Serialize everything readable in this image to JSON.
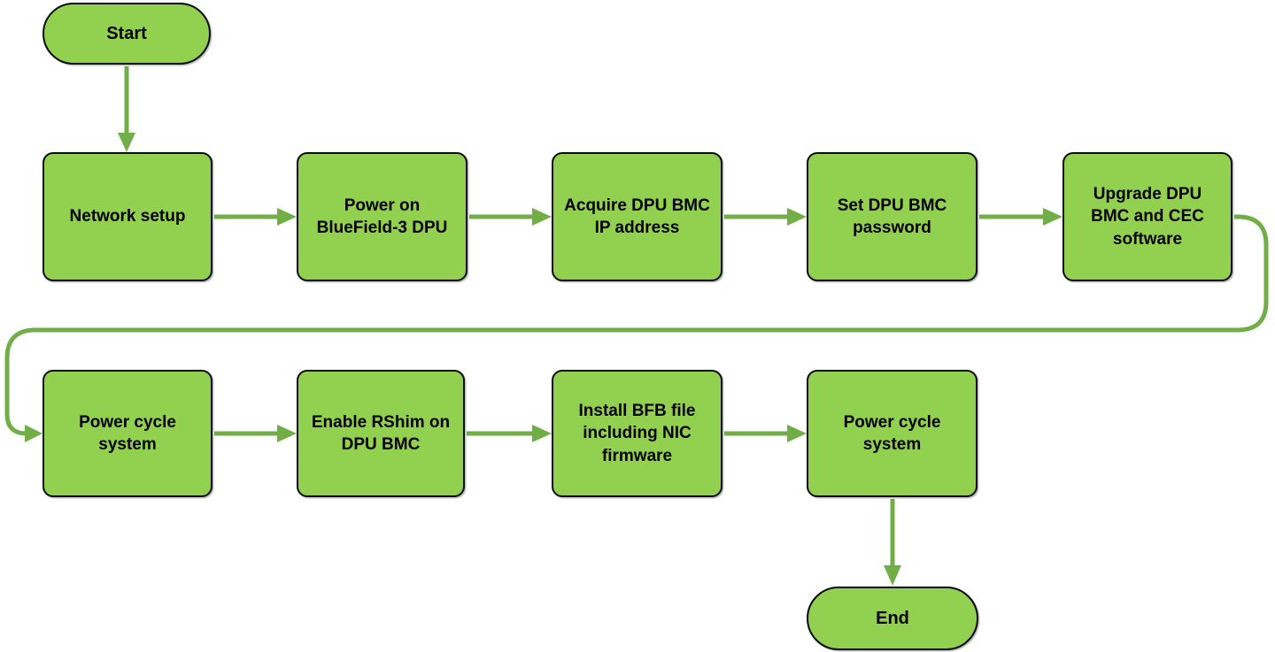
{
  "diagram": {
    "type": "flowchart",
    "colors": {
      "node_fill": "#92D050",
      "node_border": "#0A0A0A",
      "arrow": "#71AE47",
      "text": "#000000",
      "background": "#FFFFFF"
    },
    "nodes": [
      {
        "id": "start",
        "type": "terminator",
        "label": "Start"
      },
      {
        "id": "network-setup",
        "type": "process",
        "label": "Network setup"
      },
      {
        "id": "power-on-dpu",
        "type": "process",
        "label": "Power on\nBlueField-3 DPU"
      },
      {
        "id": "acquire-ip",
        "type": "process",
        "label": "Acquire DPU BMC\nIP address"
      },
      {
        "id": "set-password",
        "type": "process",
        "label": "Set DPU BMC\npassword"
      },
      {
        "id": "upgrade-sw",
        "type": "process",
        "label": "Upgrade DPU\nBMC and CEC\nsoftware"
      },
      {
        "id": "power-cycle-1",
        "type": "process",
        "label": "Power cycle\nsystem"
      },
      {
        "id": "enable-rshim",
        "type": "process",
        "label": "Enable RShim on\nDPU BMC"
      },
      {
        "id": "install-bfb",
        "type": "process",
        "label": "Install BFB file\nincluding NIC\nfirmware"
      },
      {
        "id": "power-cycle-2",
        "type": "process",
        "label": "Power cycle\nsystem"
      },
      {
        "id": "end",
        "type": "terminator",
        "label": "End"
      }
    ],
    "edges": [
      {
        "from": "start",
        "to": "network-setup"
      },
      {
        "from": "network-setup",
        "to": "power-on-dpu"
      },
      {
        "from": "power-on-dpu",
        "to": "acquire-ip"
      },
      {
        "from": "acquire-ip",
        "to": "set-password"
      },
      {
        "from": "set-password",
        "to": "upgrade-sw"
      },
      {
        "from": "upgrade-sw",
        "to": "power-cycle-1"
      },
      {
        "from": "power-cycle-1",
        "to": "enable-rshim"
      },
      {
        "from": "enable-rshim",
        "to": "install-bfb"
      },
      {
        "from": "install-bfb",
        "to": "power-cycle-2"
      },
      {
        "from": "power-cycle-2",
        "to": "end"
      }
    ]
  }
}
